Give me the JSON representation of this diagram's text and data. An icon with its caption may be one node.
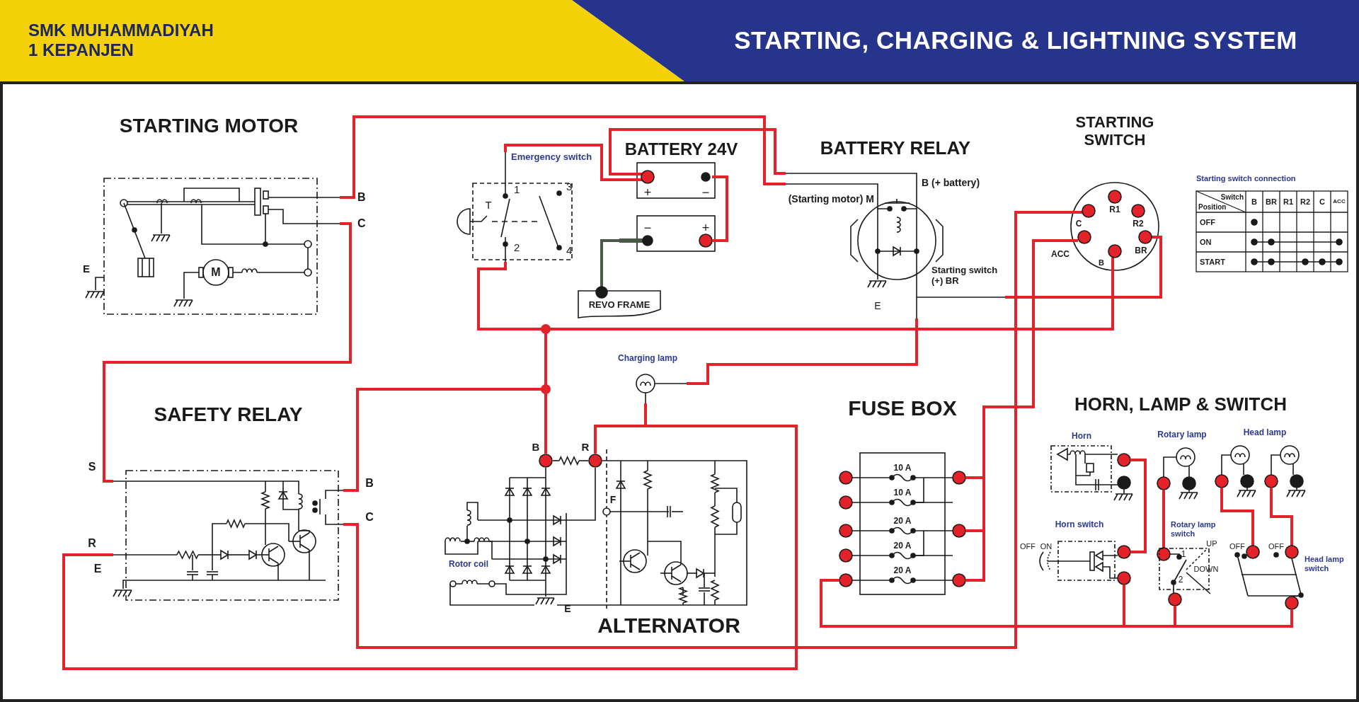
{
  "diagram": {
    "title": "STARTING, CHARGING & LIGHTNING SYSTEM",
    "nodes": [
      {
        "text": [
          "STARTING MOTOR"
        ]
      },
      {
        "text": [
          "BATTERY 24V"
        ]
      },
      {
        "text": [
          "Emergency switch"
        ]
      },
      {
        "text": [
          "REVO FRAME"
        ]
      },
      {
        "text": [
          "BATTERY RELAY"
        ]
      },
      {
        "text": [
          "STARTING SWITCH"
        ]
      },
      {
        "text": [
          "Charging lamp"
        ]
      },
      {
        "text": [
          "SAFETY RELAY"
        ]
      },
      {
        "text": [
          "ALTERNATOR"
        ]
      },
      {
        "text": [
          "FUSE BOX"
        ]
      },
      {
        "text": [
          "Horn"
        ]
      },
      {
        "text": [
          "Horn switch"
        ]
      },
      {
        "text": [
          "Rotary lamp"
        ]
      },
      {
        "text": [
          "Rotary lamp switch"
        ]
      },
      {
        "text": [
          "Head lamp"
        ]
      },
      {
        "text": [
          "Head lamp switch"
        ]
      }
    ],
    "edges": [
      {
        "from": 0,
        "to": 4,
        "arrow": "none"
      },
      {
        "from": 0,
        "to": 7,
        "arrow": "none"
      },
      {
        "from": 1,
        "to": 4,
        "arrow": "none"
      },
      {
        "from": 2,
        "to": 1,
        "arrow": "none"
      },
      {
        "from": 2,
        "to": 8,
        "arrow": "none"
      },
      {
        "from": 8,
        "to": 7,
        "arrow": "none"
      },
      {
        "from": 2,
        "to": 5,
        "arrow": "none"
      },
      {
        "from": 1,
        "to": 3,
        "arrow": "none",
        "color": "#4a5848"
      },
      {
        "from": 4,
        "to": 5,
        "arrow": "none"
      },
      {
        "from": 6,
        "to": 4,
        "arrow": "none"
      },
      {
        "from": 6,
        "to": 8,
        "arrow": "none"
      },
      {
        "from": 7,
        "to": 8,
        "arrow": "none"
      },
      {
        "from": 7,
        "to": 5,
        "arrow": "none"
      },
      {
        "from": 9,
        "to": 5,
        "arrow": "none"
      },
      {
        "from": 9,
        "to": 11,
        "arrow": "none"
      },
      {
        "from": 9,
        "to": 13,
        "arrow": "none"
      },
      {
        "from": 9,
        "to": 15,
        "arrow": "none"
      },
      {
        "from": 10,
        "to": 11,
        "arrow": "none"
      },
      {
        "from": 12,
        "to": 13,
        "arrow": "none"
      },
      {
        "from": 14,
        "to": 15,
        "arrow": "none"
      },
      {
        "from": 14,
        "to": 15,
        "arrow": "none"
      }
    ],
    "labels": [
      "SMK MUHAMMADIYAH 1 KEPANJEN",
      "B",
      "C",
      "E",
      "M",
      "T",
      "1",
      "3",
      "2",
      "4",
      "+",
      "−",
      "−",
      "+",
      "(Starting motor) M",
      "B (+ battery)",
      "Starting switch (+) BR",
      "E",
      "R1",
      "C",
      "R2",
      "ACC",
      "BR",
      "B",
      "Starting switch connection",
      "Switch",
      "Position",
      "B",
      "BR",
      "R1",
      "R2",
      "C",
      "ACC",
      "OFF",
      "ON",
      "START",
      "S",
      "R",
      "E",
      "B",
      "C",
      "B",
      "R",
      "F",
      "Rotor coil",
      "E",
      "10 A",
      "10 A",
      "20 A",
      "20 A",
      "20 A",
      "HORN, LAMP & SWITCH",
      "OFF",
      "ON",
      "1",
      "UP",
      "2",
      "DOWN",
      "OFF",
      "OFF"
    ]
  }
}
